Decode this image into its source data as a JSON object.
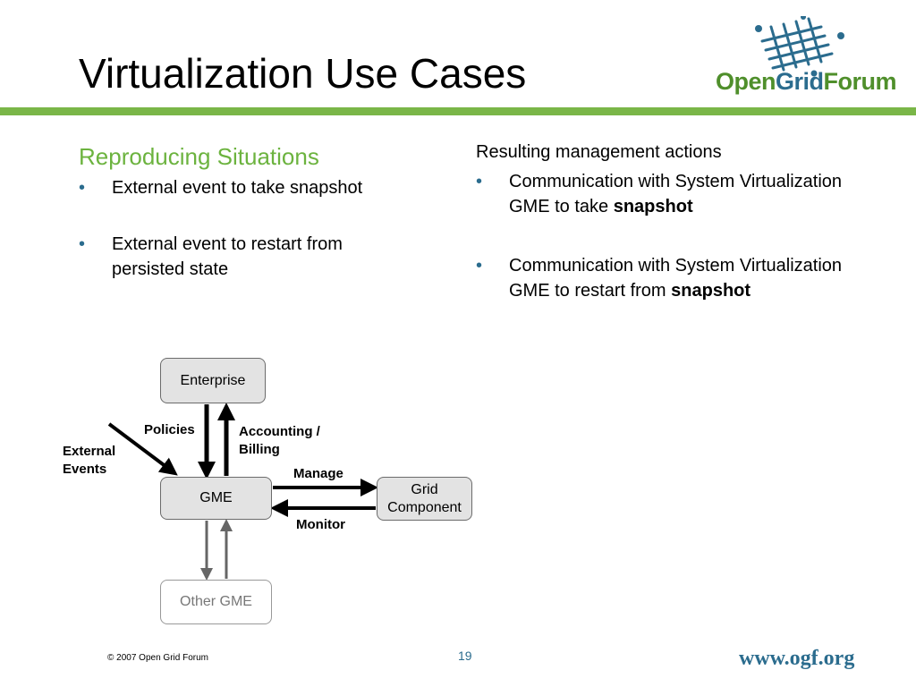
{
  "slide": {
    "title": "Virtualization Use Cases",
    "page_number": "19",
    "footer_copyright": "© 2007 Open Grid Forum",
    "footer_url": "www.ogf.org"
  },
  "logo": {
    "part1": "Open",
    "part2": "Grid",
    "part3": "Forum",
    "colors": {
      "green": "#4f8f2b",
      "blue": "#2b6c8e"
    }
  },
  "left": {
    "heading": "Reproducing Situations",
    "bullets": [
      "External event to take snapshot",
      "External event to restart from persisted state"
    ]
  },
  "right": {
    "heading": "Resulting management actions",
    "bullets": [
      {
        "text": "Communication with System Virtualization GME to take ",
        "bold": "snapshot"
      },
      {
        "text": "Communication with System Virtualization GME to restart from ",
        "bold": "snapshot"
      }
    ]
  },
  "diagram": {
    "nodes": {
      "enterprise": "Enterprise",
      "gme": "GME",
      "grid_component": "Grid Component",
      "other_gme": "Other GME"
    },
    "labels": {
      "policies": "Policies",
      "accounting": "Accounting / Billing",
      "external_events": "External Events",
      "manage": "Manage",
      "monitor": "Monitor"
    }
  },
  "colors": {
    "accent_green": "#7ab648",
    "heading_green": "#6cb33f",
    "bullet_blue": "#2b6c8e",
    "node_fill": "#e3e3e3"
  },
  "icons": {
    "bullet": "•"
  }
}
